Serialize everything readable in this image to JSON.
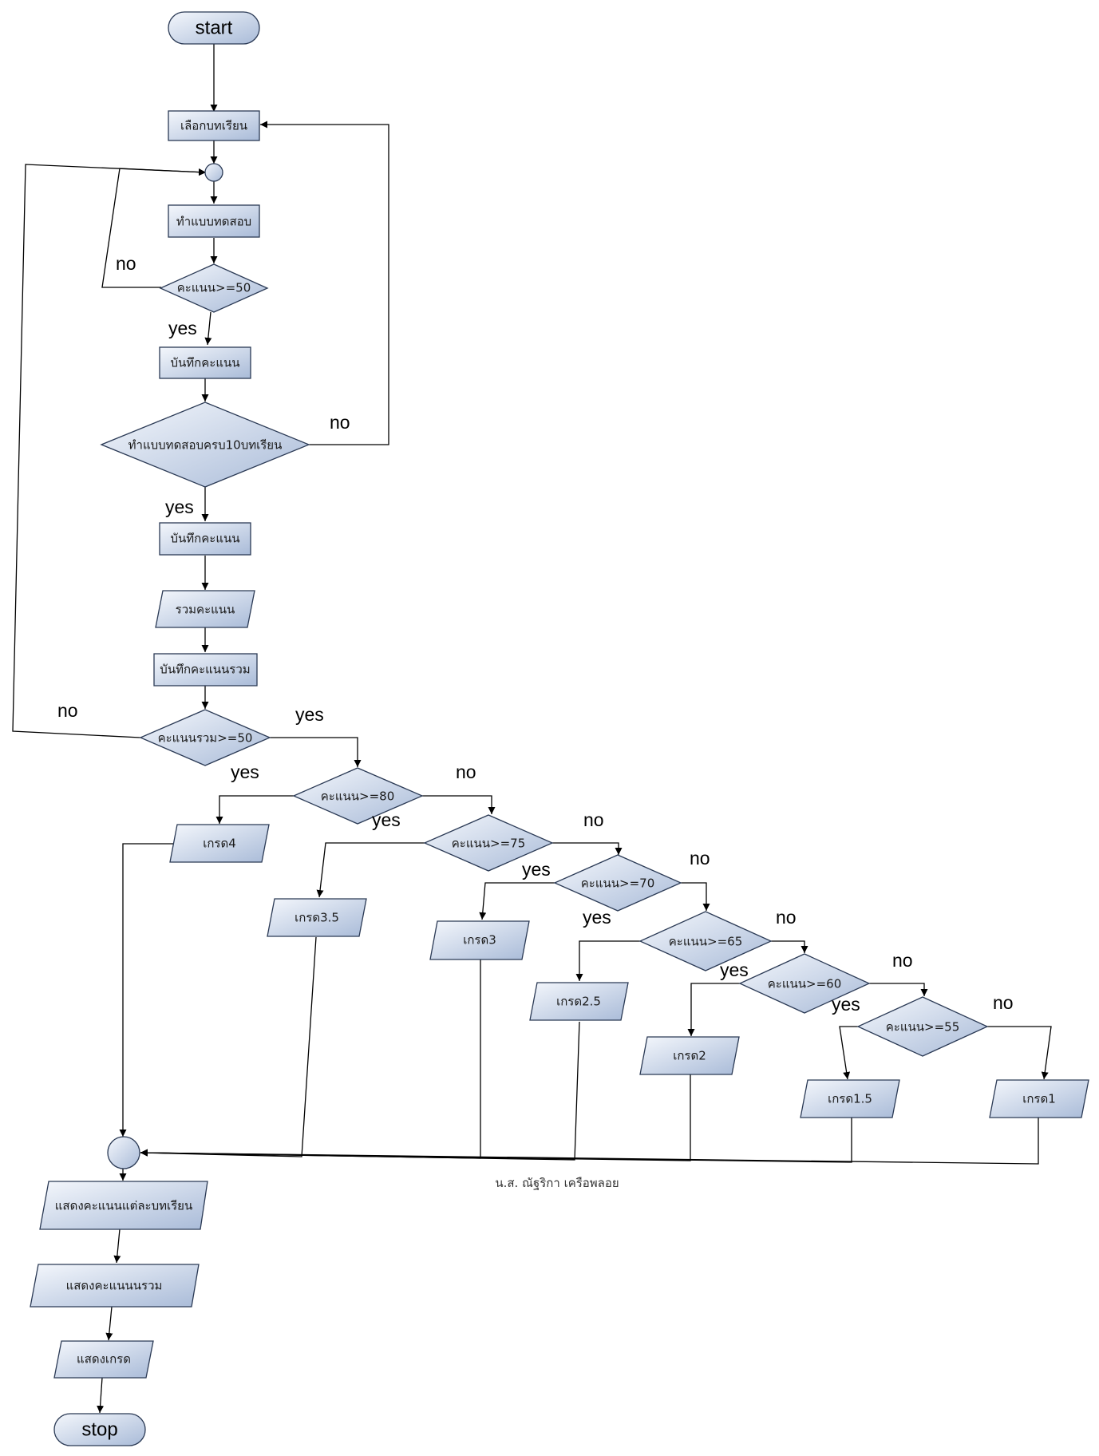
{
  "diagram": {
    "type": "flowchart",
    "colors": {
      "shape_fill_light": "#f4f7fc",
      "shape_fill_dark": "#a9bbd8",
      "stroke": "#2b3a55",
      "edge": "#000000"
    },
    "nodes": {
      "start": "start",
      "select_lesson": "เลือกบทเรียน",
      "do_test": "ทำแบบทดสอบ",
      "check_50": "คะแนน>=50",
      "save_score_1": "บันทึกคะแนน",
      "check_10_lessons": "ทำแบบทดสอบครบ10บทเรียน",
      "save_score_2": "บันทึกคะแนน",
      "sum_score": "รวมคะแนน",
      "save_total": "บันทึกคะแนนรวม",
      "check_total_50": "คะแนนรวม>=50",
      "check_80": "คะแนน>=80",
      "check_75": "คะแนน>=75",
      "check_70": "คะแนน>=70",
      "check_65": "คะแนน>=65",
      "check_60": "คะแนน>=60",
      "check_55": "คะแนน>=55",
      "grade_4": "เกรด4",
      "grade_3_5": "เกรด3.5",
      "grade_3": "เกรด3",
      "grade_2_5": "เกรด2.5",
      "grade_2": "เกรด2",
      "grade_1_5": "เกรด1.5",
      "grade_1": "เกรด1",
      "show_each": "แสดงคะแนนแต่ละบทเรียน",
      "show_total": "แสดงคะแนนนรวม",
      "show_grade": "แสดงเกรด",
      "stop": "stop"
    },
    "labels": {
      "yes": "yes",
      "no": "no"
    },
    "credit": "น.ส. ณัฐริกา เครือพลอย"
  }
}
